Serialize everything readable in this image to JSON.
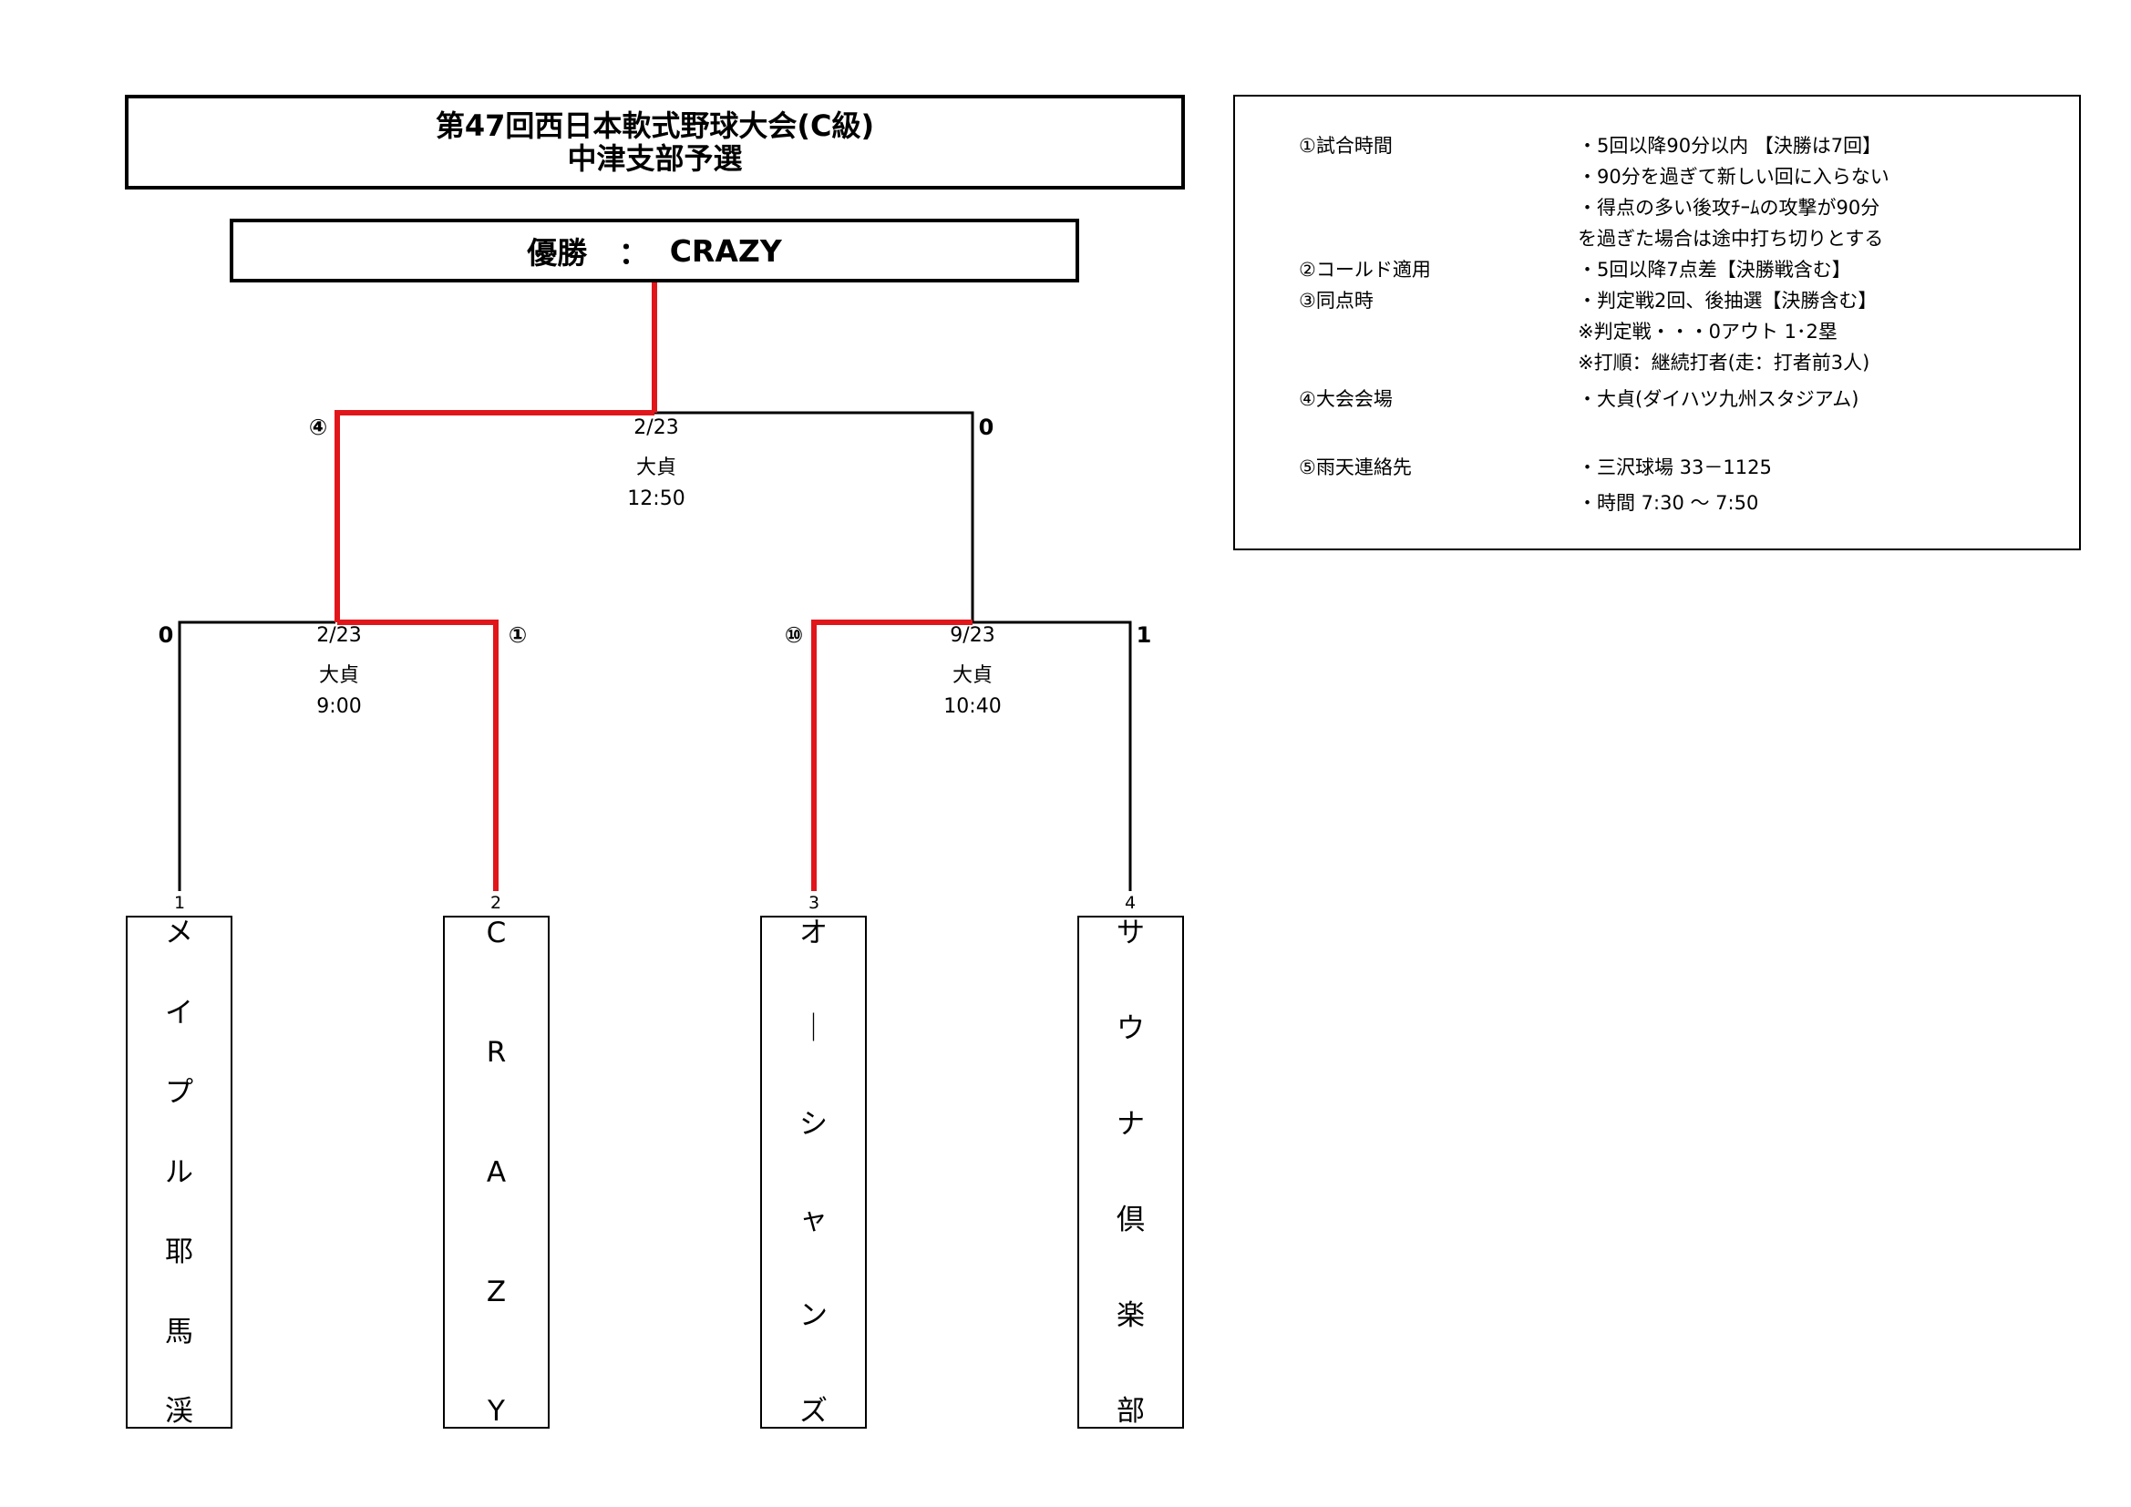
{
  "title": {
    "line1": "第47回西日本軟式野球大会(C級)",
    "line2": "中津支部予選"
  },
  "winner": {
    "label": "優勝",
    "sep": "：",
    "team": "CRAZY"
  },
  "rules": [
    {
      "label": "①試合時間",
      "lines": [
        "・5回以降90分以内 【決勝は7回】",
        "・90分を過ぎて新しい回に入らない",
        "・得点の多い後攻ﾁｰﾑの攻撃が90分",
        " を過ぎた場合は途中打ち切りとする"
      ]
    },
    {
      "label": "②コールド適用",
      "lines": [
        "・5回以降7点差【決勝戦含む】"
      ]
    },
    {
      "label": "③同点時",
      "lines": [
        "・判定戦2回、後抽選【決勝含む】",
        " ※判定戦・・・0アウト 1･2塁",
        " ※打順：継続打者(走：打者前3人)"
      ]
    },
    {
      "label": "④大会会場",
      "lines": [
        "・大貞(ダイハツ九州スタジアム)"
      ]
    },
    {
      "label": "⑤雨天連絡先",
      "lines": [
        "・三沢球場 33－1125",
        "・時間 7:30 ～ 7:50"
      ]
    }
  ],
  "matches": {
    "final": {
      "date": "2/23",
      "venue": "大貞",
      "time": "12:50",
      "score_left": "④",
      "score_right": "0"
    },
    "semi1": {
      "date": "2/23",
      "venue": "大貞",
      "time": "9:00",
      "score_left": "0",
      "score_right": "①"
    },
    "semi2": {
      "date": "9/23",
      "venue": "大貞",
      "time": "10:40",
      "score_left": "⑩",
      "score_right": "1"
    }
  },
  "teams": [
    {
      "seed": "1",
      "name": "メイプル耶馬渓",
      "chars": [
        "メ",
        "イ",
        "プ",
        "ル",
        "耶",
        "馬",
        "渓"
      ]
    },
    {
      "seed": "2",
      "name": "CRAZY",
      "chars": [
        "C",
        "R",
        "A",
        "Z",
        "Y"
      ]
    },
    {
      "seed": "3",
      "name": "オーシャンズ",
      "chars": [
        "オ",
        "｜",
        "シ",
        "ャ",
        "ン",
        "ズ"
      ]
    },
    {
      "seed": "4",
      "name": "サウナ倶楽部",
      "chars": [
        "サ",
        "ウ",
        "ナ",
        "倶",
        "楽",
        "部"
      ]
    }
  ],
  "colors": {
    "win_line": "#e0161b",
    "line": "#000000"
  }
}
